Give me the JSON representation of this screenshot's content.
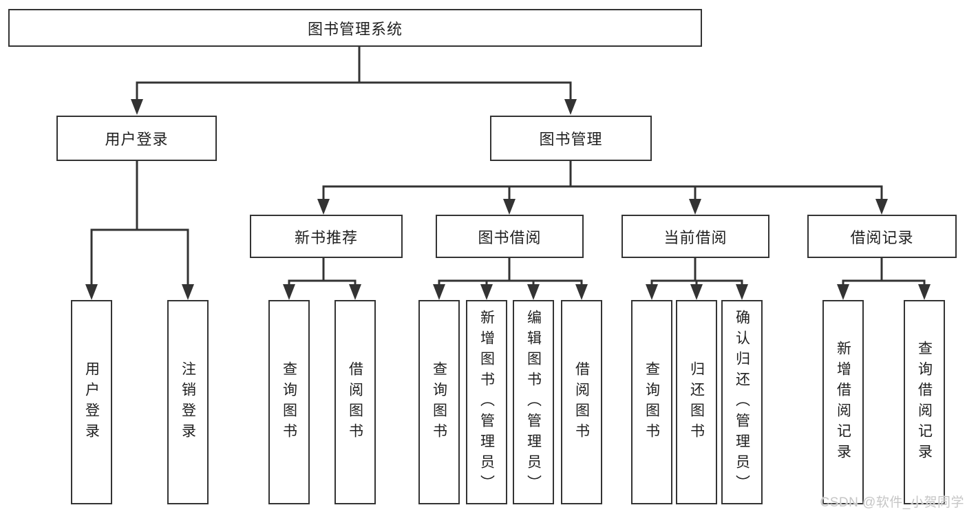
{
  "tree": {
    "root": {
      "label": "图书管理系统"
    },
    "user_login": {
      "label": "用户登录",
      "children": [
        {
          "label": "用户登录"
        },
        {
          "label": "注销登录"
        }
      ]
    },
    "book_mgmt": {
      "label": "图书管理",
      "children": [
        {
          "label": "新书推荐",
          "children": [
            {
              "label": "查询图书"
            },
            {
              "label": "借阅图书"
            }
          ]
        },
        {
          "label": "图书借阅",
          "children": [
            {
              "label": "查询图书"
            },
            {
              "label": "新增图书（管理员）"
            },
            {
              "label": "编辑图书（管理员）"
            },
            {
              "label": "借阅图书"
            }
          ]
        },
        {
          "label": "当前借阅",
          "children": [
            {
              "label": "查询图书"
            },
            {
              "label": "归还图书"
            },
            {
              "label": "确认归还（管理员）"
            }
          ]
        },
        {
          "label": "借阅记录",
          "children": [
            {
              "label": "新增借阅记录"
            },
            {
              "label": "查询借阅记录"
            }
          ]
        }
      ]
    }
  },
  "watermark": "CSDN @软件_小贺同学",
  "colors": {
    "line": "#333333",
    "text": "#1f1f1f",
    "box_background": "#ffffff",
    "page_background": "#ffffff",
    "watermark": "#c6c6c6"
  }
}
